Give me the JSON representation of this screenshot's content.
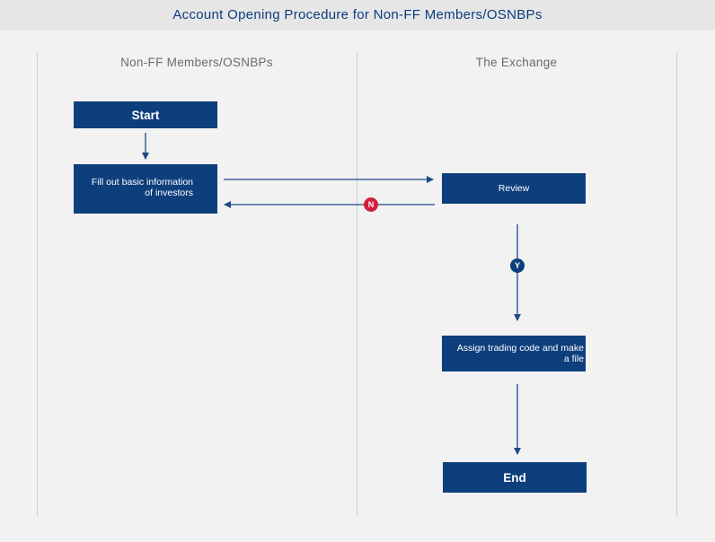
{
  "title": "Account Opening Procedure for Non-FF Members/OSNBPs",
  "lanes": [
    {
      "label": "Non-FF Members/OSNBPs"
    },
    {
      "label": "The Exchange"
    }
  ],
  "nodes": {
    "start": "Start",
    "fill_out": "Fill out basic information of investors",
    "review": "Review",
    "assign": "Assign trading code and make a file",
    "end": "End"
  },
  "decisions": {
    "no": "N",
    "yes": "Y"
  },
  "colors": {
    "box": "#0e3f7d",
    "arrow": "#1c4b86",
    "no_badge": "#d21f3c",
    "yes_badge": "#0e3f7d",
    "title_text": "#0b3d7e"
  }
}
